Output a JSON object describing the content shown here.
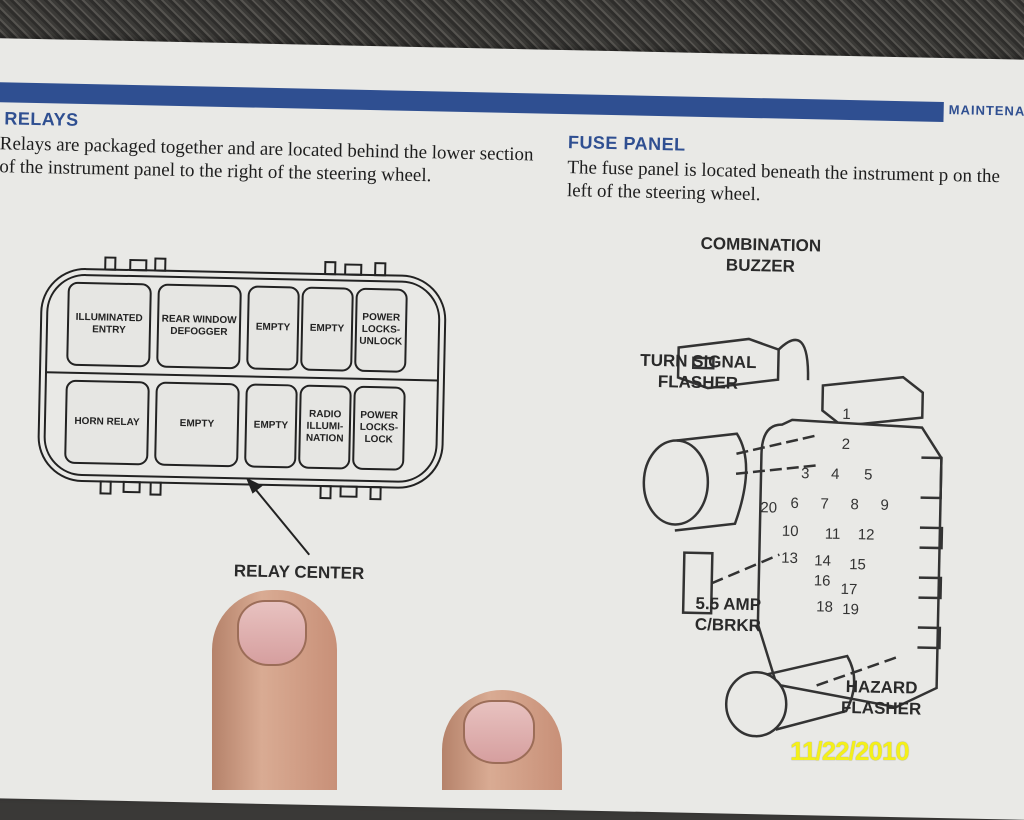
{
  "header": {
    "section": "MAINTENA"
  },
  "relays": {
    "heading": "RELAYS",
    "text": "Relays are packaged together and are located behind the lower section of the instrument panel to the right of the steering wheel.",
    "top_row": [
      "ILLUMINATED ENTRY",
      "REAR WINDOW DEFOGGER",
      "EMPTY",
      "EMPTY",
      "POWER LOCKS- UNLOCK"
    ],
    "bottom_row": [
      "HORN RELAY",
      "EMPTY",
      "EMPTY",
      "RADIO ILLUMI- NATION",
      "POWER LOCKS- LOCK"
    ],
    "callout": "RELAY CENTER"
  },
  "fuse_panel": {
    "heading": "FUSE PANEL",
    "text": "The fuse panel is located beneath the instrument p on the left of the steering wheel.",
    "labels": {
      "buzzer": "COMBINATION BUZZER",
      "turn": "TURN SIGNAL FLASHER",
      "breaker": "5.5 AMP C/BRKR",
      "hazard": "HAZARD FLASHER"
    },
    "fuses": [
      "1",
      "2",
      "3",
      "4",
      "5",
      "6",
      "7",
      "8",
      "9",
      "10",
      "11",
      "12",
      "13",
      "14",
      "15",
      "16",
      "17",
      "18",
      "19",
      "20"
    ]
  },
  "photo": {
    "date_stamp": "11/22/2010"
  }
}
